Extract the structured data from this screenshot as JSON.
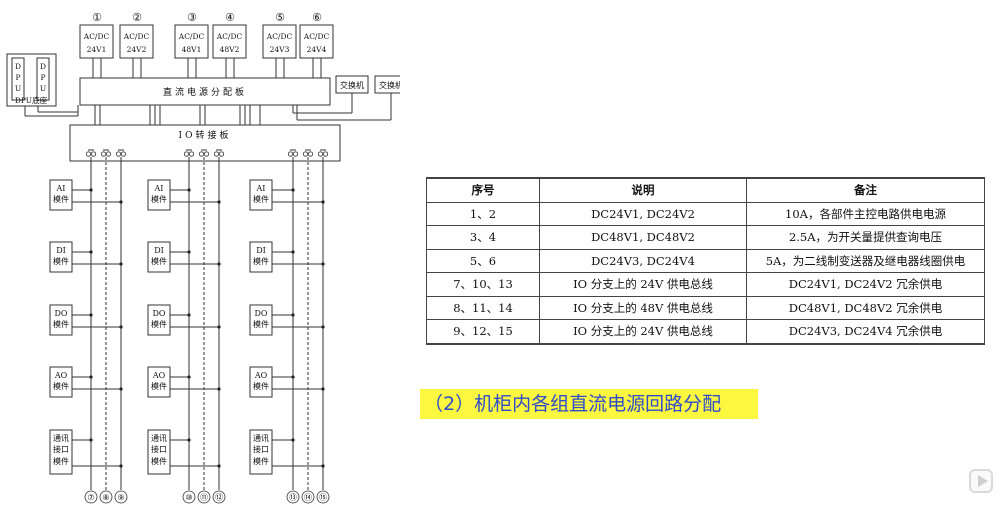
{
  "diagram": {
    "supplies": [
      {
        "number": "①",
        "line1": "AC/DC",
        "line2": "24V1"
      },
      {
        "number": "②",
        "line1": "AC/DC",
        "line2": "24V2"
      },
      {
        "number": "③",
        "line1": "AC/DC",
        "line2": "48V1"
      },
      {
        "number": "④",
        "line1": "AC/DC",
        "line2": "48V2"
      },
      {
        "number": "⑤",
        "line1": "AC/DC",
        "line2": "24V3"
      },
      {
        "number": "⑥",
        "line1": "AC/DC",
        "line2": "24V4"
      }
    ],
    "dpu_letters": [
      "D",
      "P",
      "U"
    ],
    "dpu_chassis_label": "DPU底座",
    "distribution_board_label": "直流电源分配板",
    "switch_label": "交换机",
    "io_board_label": "IO转接板",
    "modules": [
      {
        "line1": "AI",
        "line2": "模件"
      },
      {
        "line1": "DI",
        "line2": "模件"
      },
      {
        "line1": "DO",
        "line2": "模件"
      },
      {
        "line1": "AO",
        "line2": "模件"
      },
      {
        "line1": "通讯",
        "line2": "接口",
        "line3": "模件"
      }
    ],
    "bus_labels": [
      "⑦",
      "⑧",
      "⑨",
      "⑩",
      "⑪",
      "⑫",
      "⑬",
      "⑭",
      "⑮"
    ]
  },
  "table": {
    "headers": [
      "序号",
      "说明",
      "备注"
    ],
    "rows": [
      [
        "1、2",
        "DC24V1, DC24V2",
        "10A，各部件主控电路供电电源"
      ],
      [
        "3、4",
        "DC48V1, DC48V2",
        "2.5A，为开关量提供查询电压"
      ],
      [
        "5、6",
        "DC24V3, DC24V4",
        "5A，为二线制变送器及继电器线圈供电"
      ],
      [
        "7、10、13",
        "IO 分支上的 24V 供电总线",
        "DC24V1, DC24V2 冗余供电"
      ],
      [
        "8、11、14",
        "IO 分支上的 48V 供电总线",
        "DC48V1, DC48V2 冗余供电"
      ],
      [
        "9、12、15",
        "IO 分支上的 24V 供电总线",
        "DC24V3, DC24V4 冗余供电"
      ]
    ]
  },
  "caption": "（2）机柜内各组直流电源回路分配"
}
